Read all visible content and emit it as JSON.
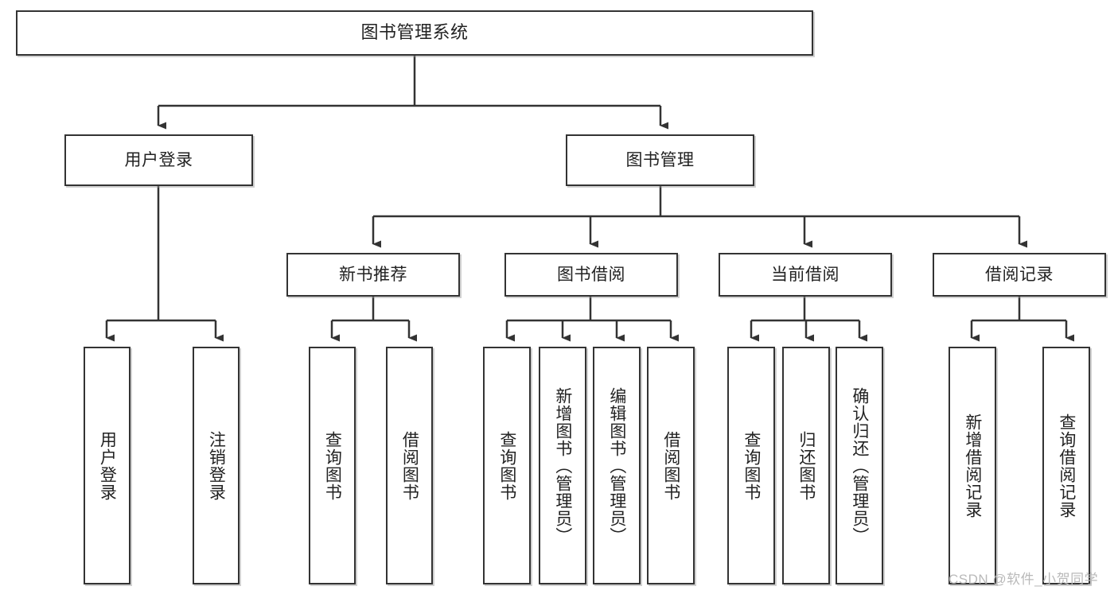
{
  "diagram": {
    "title": "图书管理系统",
    "type": "tree",
    "watermark": "CSDN @软件_小贺同学",
    "colors": {
      "box_border": "#333333",
      "box_fill": "#ffffff",
      "connector": "#333333",
      "text": "#222222",
      "watermark": "#b9b9b9"
    },
    "nodes": {
      "root": {
        "label": "图书管理系统"
      },
      "level2": [
        {
          "label": "用户登录"
        },
        {
          "label": "图书管理"
        }
      ],
      "level3": [
        {
          "label": "新书推荐"
        },
        {
          "label": "图书借阅"
        },
        {
          "label": "当前借阅"
        },
        {
          "label": "借阅记录"
        }
      ],
      "leaves": {
        "user_login": [
          {
            "label": "用户登录"
          },
          {
            "label": "注销登录"
          }
        ],
        "new_book_recommend": [
          {
            "label": "查询图书"
          },
          {
            "label": "借阅图书"
          }
        ],
        "book_borrow": [
          {
            "label": "查询图书"
          },
          {
            "label": "新增图书（管理员）"
          },
          {
            "label": "编辑图书（管理员）"
          },
          {
            "label": "借阅图书"
          }
        ],
        "current_borrow": [
          {
            "label": "查询图书"
          },
          {
            "label": "归还图书"
          },
          {
            "label": "确认归还（管理员）"
          }
        ],
        "borrow_record": [
          {
            "label": "新增借阅记录"
          },
          {
            "label": "查询借阅记录"
          }
        ]
      }
    }
  }
}
